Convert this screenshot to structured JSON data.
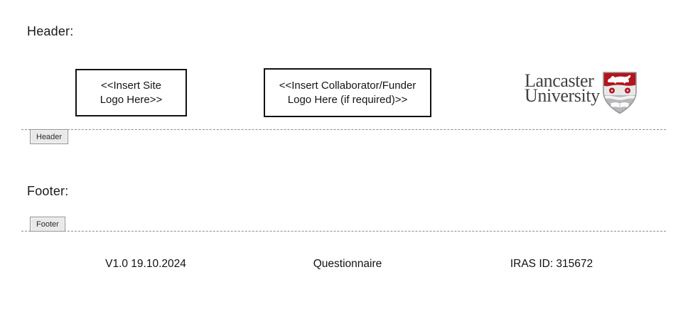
{
  "sections": {
    "header_label": "Header:",
    "footer_label": "Footer:"
  },
  "header": {
    "boundary_tab_label": "Header",
    "site_logo_box": {
      "line1": "<<Insert Site",
      "line2": "Logo Here>>"
    },
    "collaborator_logo_box": {
      "line1": "<<Insert Collaborator/Funder",
      "line2": "Logo Here (if required)>>"
    },
    "university_logo": {
      "name_line1": "Lancaster",
      "name_line2": "University"
    }
  },
  "footer": {
    "boundary_tab_label": "Footer",
    "version_text": "V1.0 19.10.2024",
    "center_text": "Questionnaire",
    "iras_text": "IRAS ID: 315672"
  },
  "colors": {
    "crest_red": "#b2161d",
    "crest_gray": "#b7b8ba",
    "crest_border": "#97989a",
    "text": "#1a1a1a",
    "tab_bg": "#e9e9e9",
    "tab_border": "#8e8e8e",
    "boundary_dash": "#8a8a8a"
  }
}
